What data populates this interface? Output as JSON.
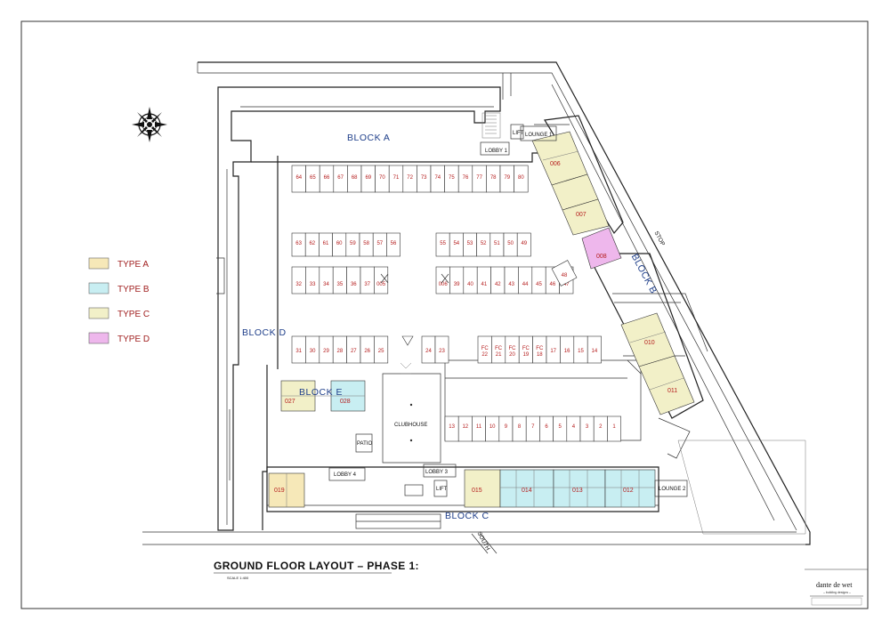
{
  "colors": {
    "type_a": "#f6e8b8",
    "type_b": "#c8eef2",
    "type_c": "#f2f0c8",
    "type_d": "#eeb7ec",
    "bay_number": "#b51d1d",
    "block_label": "#1f3f8a"
  },
  "legend": [
    {
      "label": "TYPE A",
      "color_key": "type_a"
    },
    {
      "label": "TYPE B",
      "color_key": "type_b"
    },
    {
      "label": "TYPE C",
      "color_key": "type_c"
    },
    {
      "label": "TYPE D",
      "color_key": "type_d"
    }
  ],
  "blocks": {
    "a": "BLOCK A",
    "b": "BLOCK B",
    "c": "BLOCK C",
    "d": "BLOCK D",
    "e": "BLOCK E"
  },
  "rooms": {
    "lobby_1": "LOBBY 1",
    "lobby_3": "LOBBY 3",
    "lobby_4": "LOBBY 4",
    "lounge_1": "LOUNGE 1",
    "lounge_2": "LOUNGE 2",
    "clubhouse": "CLUBHOUSE",
    "lift_1": "LIFT",
    "lift_2": "LIFT",
    "patio": "PATIO"
  },
  "units": {
    "u006": "006",
    "u007": "007",
    "u008": "008",
    "u010": "010",
    "u011": "011",
    "u012": "012",
    "u013": "013",
    "u014": "014",
    "u015": "015",
    "u019": "019",
    "u027": "027",
    "u028": "028"
  },
  "parking": {
    "top_row": [
      "64",
      "65",
      "66",
      "67",
      "68",
      "69",
      "70",
      "71",
      "72",
      "73",
      "74",
      "75",
      "76",
      "77",
      "78",
      "79",
      "80"
    ],
    "row2_left": [
      "63",
      "62",
      "61",
      "60",
      "59",
      "58",
      "57",
      "56"
    ],
    "row2_right": [
      "55",
      "54",
      "53",
      "52",
      "51",
      "50",
      "49"
    ],
    "row3_left": [
      "32",
      "33",
      "34",
      "35",
      "36",
      "37",
      "005"
    ],
    "row3_right": [
      "006",
      "39",
      "40",
      "41",
      "42",
      "43",
      "44",
      "45",
      "46",
      "47"
    ],
    "bay_48": "48",
    "row4_left": [
      "31",
      "30",
      "29",
      "28",
      "27",
      "26",
      "25"
    ],
    "row4_mid": [
      "24",
      "23"
    ],
    "row4_right": [
      "FC 22",
      "FC 21",
      "FC 20",
      "FC 19",
      "FC 18",
      "17",
      "16",
      "15",
      "14"
    ],
    "bottom_row": [
      "13",
      "12",
      "11",
      "10",
      "9",
      "8",
      "7",
      "6",
      "5",
      "4",
      "3",
      "2",
      "1"
    ]
  },
  "streets": {
    "right": "STOP",
    "bottom": "SOUTH"
  },
  "title": "GROUND FLOOR LAYOUT – PHASE 1:",
  "scale": "SCALE 1:400",
  "brand": {
    "name": "dante de wet",
    "tagline": "– building designs –"
  }
}
